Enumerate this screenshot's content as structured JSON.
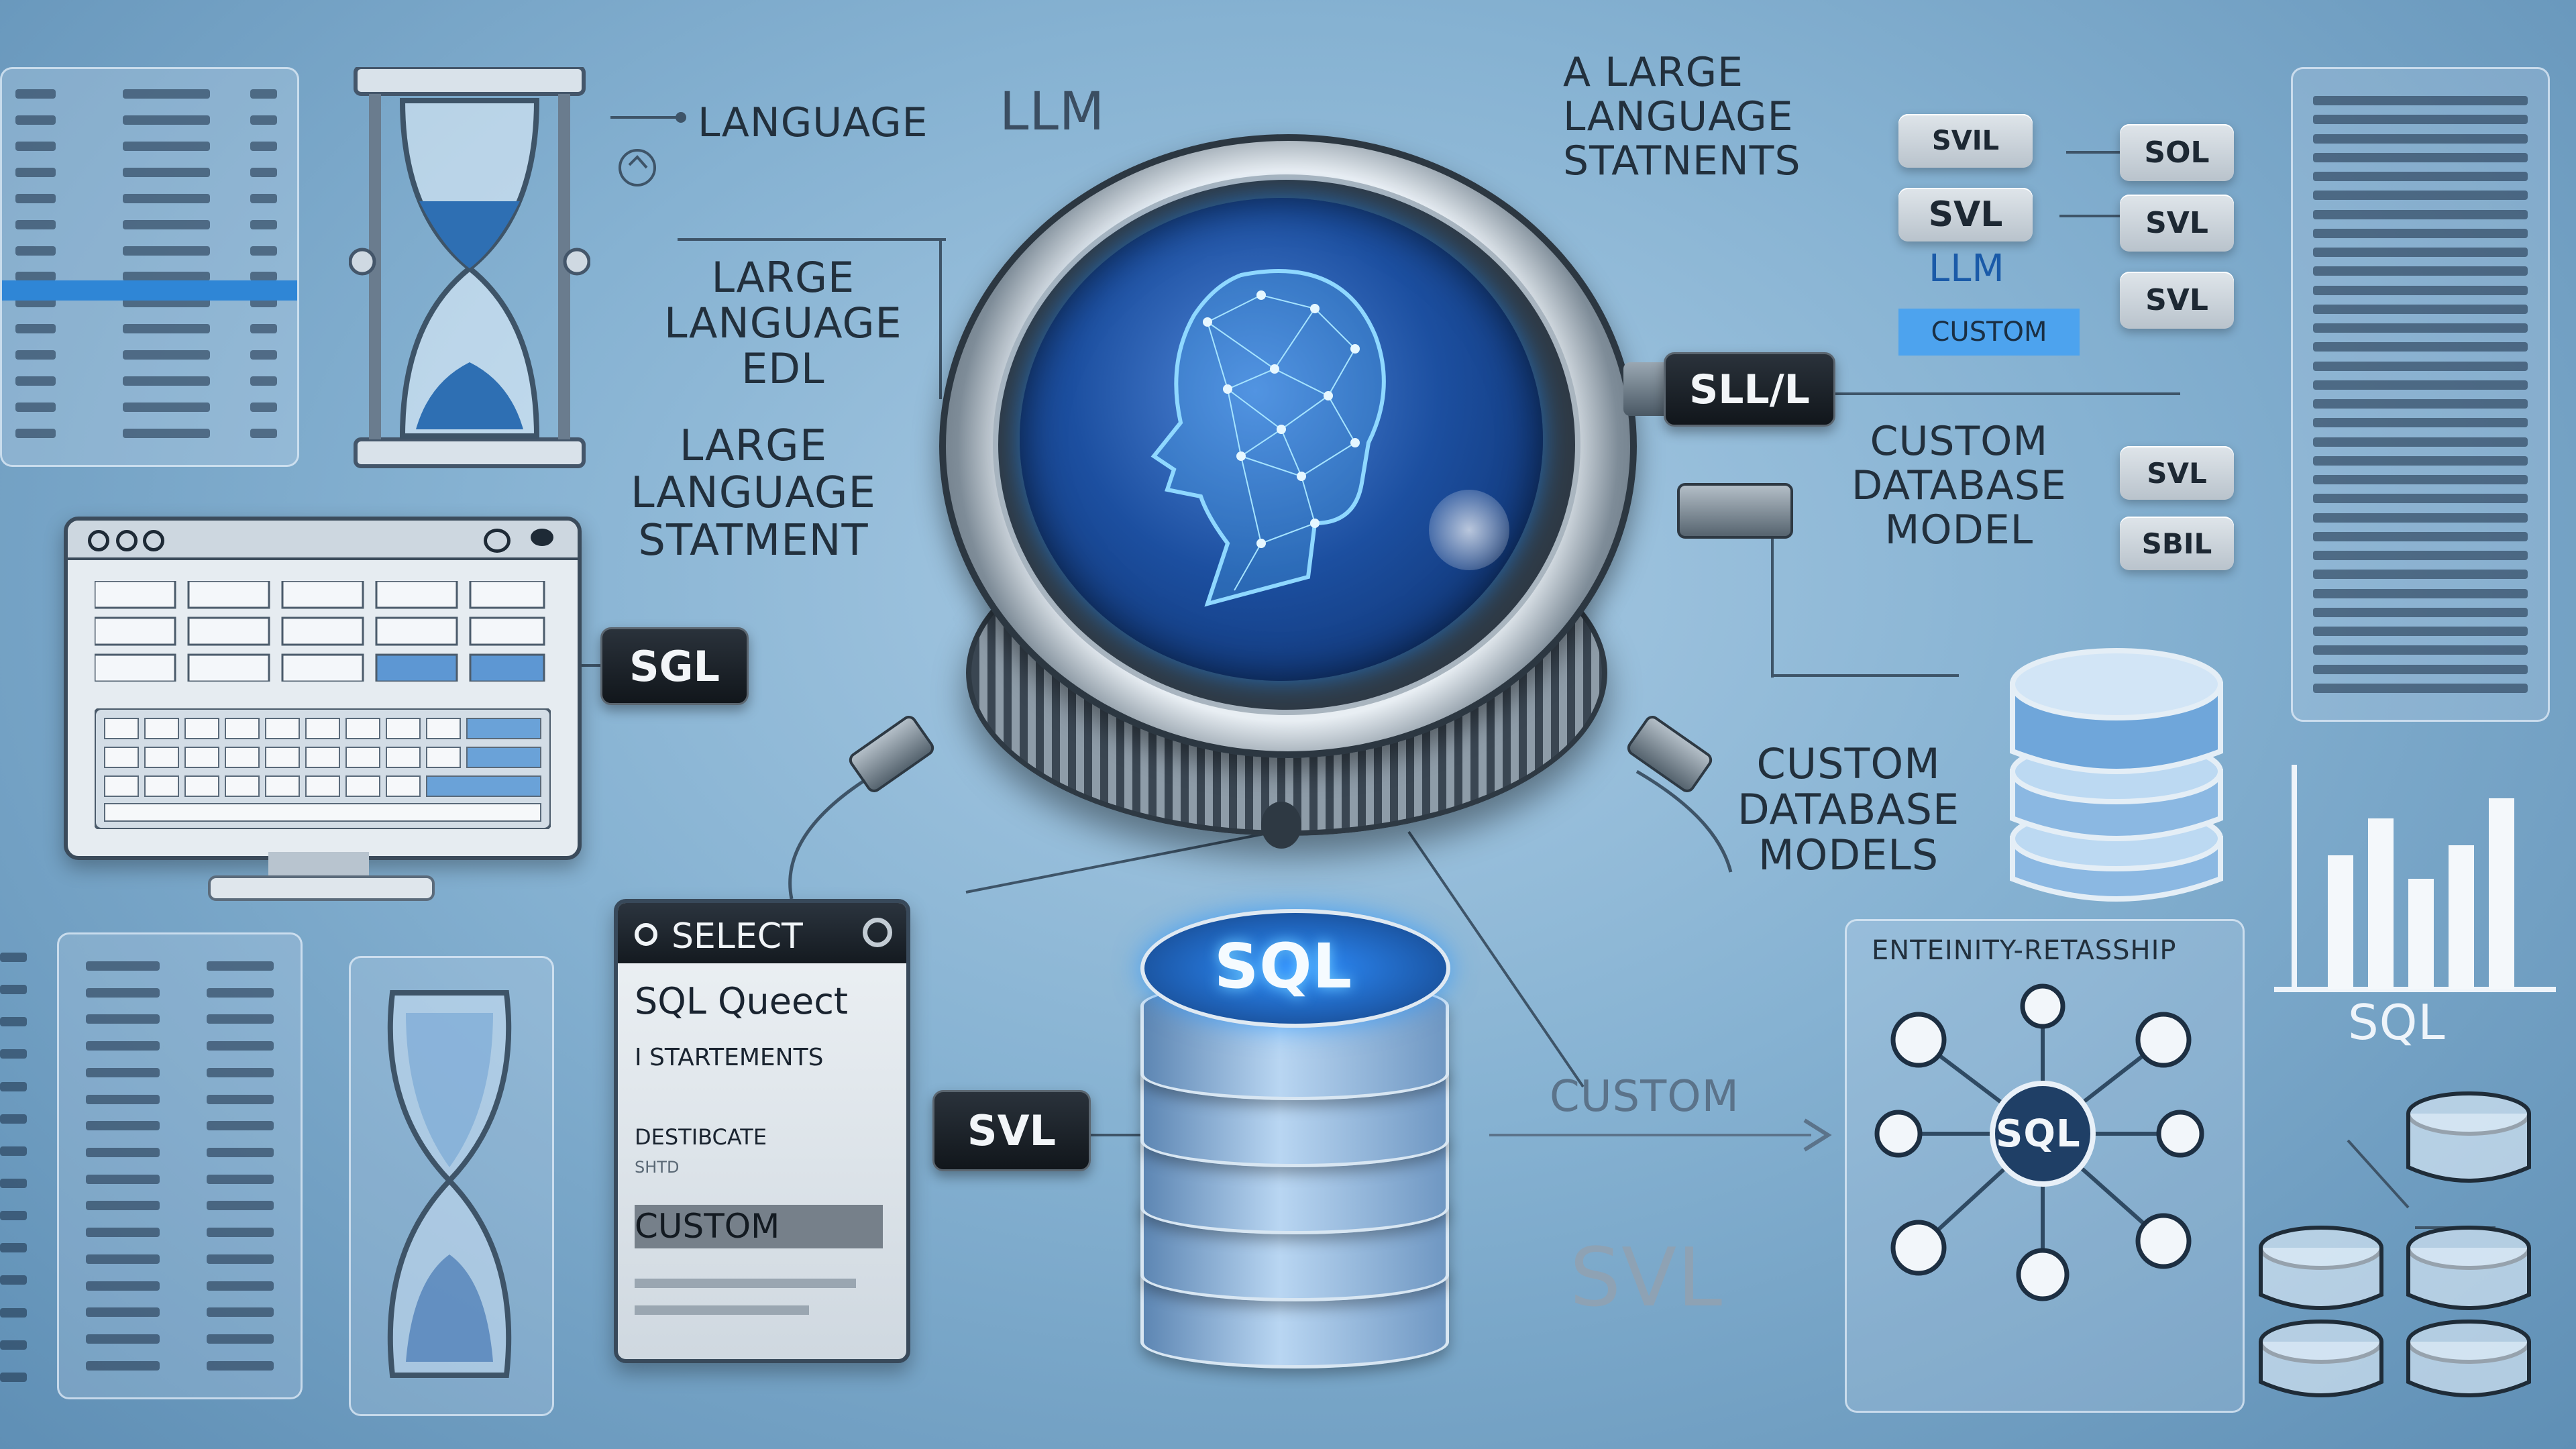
{
  "texts": {
    "t_language_llm": "LANGUAGE",
    "t_llm": "LLM",
    "t_large_language_edl": "LARGE\nLANGUAGE\nEDL",
    "t_large_language_statment": "LARGE\nLANGUAGE\nSTATMENT",
    "t_a_large_language": "A LARGE\nLANGUAGE\nSTATNENTS",
    "t_custom_database_model": "CUSTOM\nDATABASE\nMODEL",
    "t_custom_database_models": "CUSTOM\nDATABASE\nMODELS",
    "t_custom_mid": "CUSTOM",
    "t_svl_big": "SVL",
    "t_sql_right": "SQL",
    "t_entity": "ENTEINITY-RETASSHIP",
    "t_sql_hub": "SQL",
    "t_sql_db": "SQL"
  },
  "tags": {
    "svil": "SVIL",
    "svl_a": "SVL",
    "llm": "LLM",
    "custom": "CUSTOM",
    "sol": "SOL",
    "svl_b": "SVL",
    "svl_c": "SVL",
    "svl_d": "SVL",
    "sbil": "SBIL",
    "sllal": "SLL/L",
    "sgl": "SGL",
    "svl_center": "SVL"
  },
  "select_card": {
    "header": "SELECT",
    "line1": "SQL Queect",
    "line2": "I STARTEMENTS",
    "line3": "DESTIBCATE",
    "line4": "SHTD",
    "custom": "CUSTOM"
  },
  "colors": {
    "accent": "#1f8fff",
    "dark": "#161c22",
    "panel": "#e8eef3"
  }
}
